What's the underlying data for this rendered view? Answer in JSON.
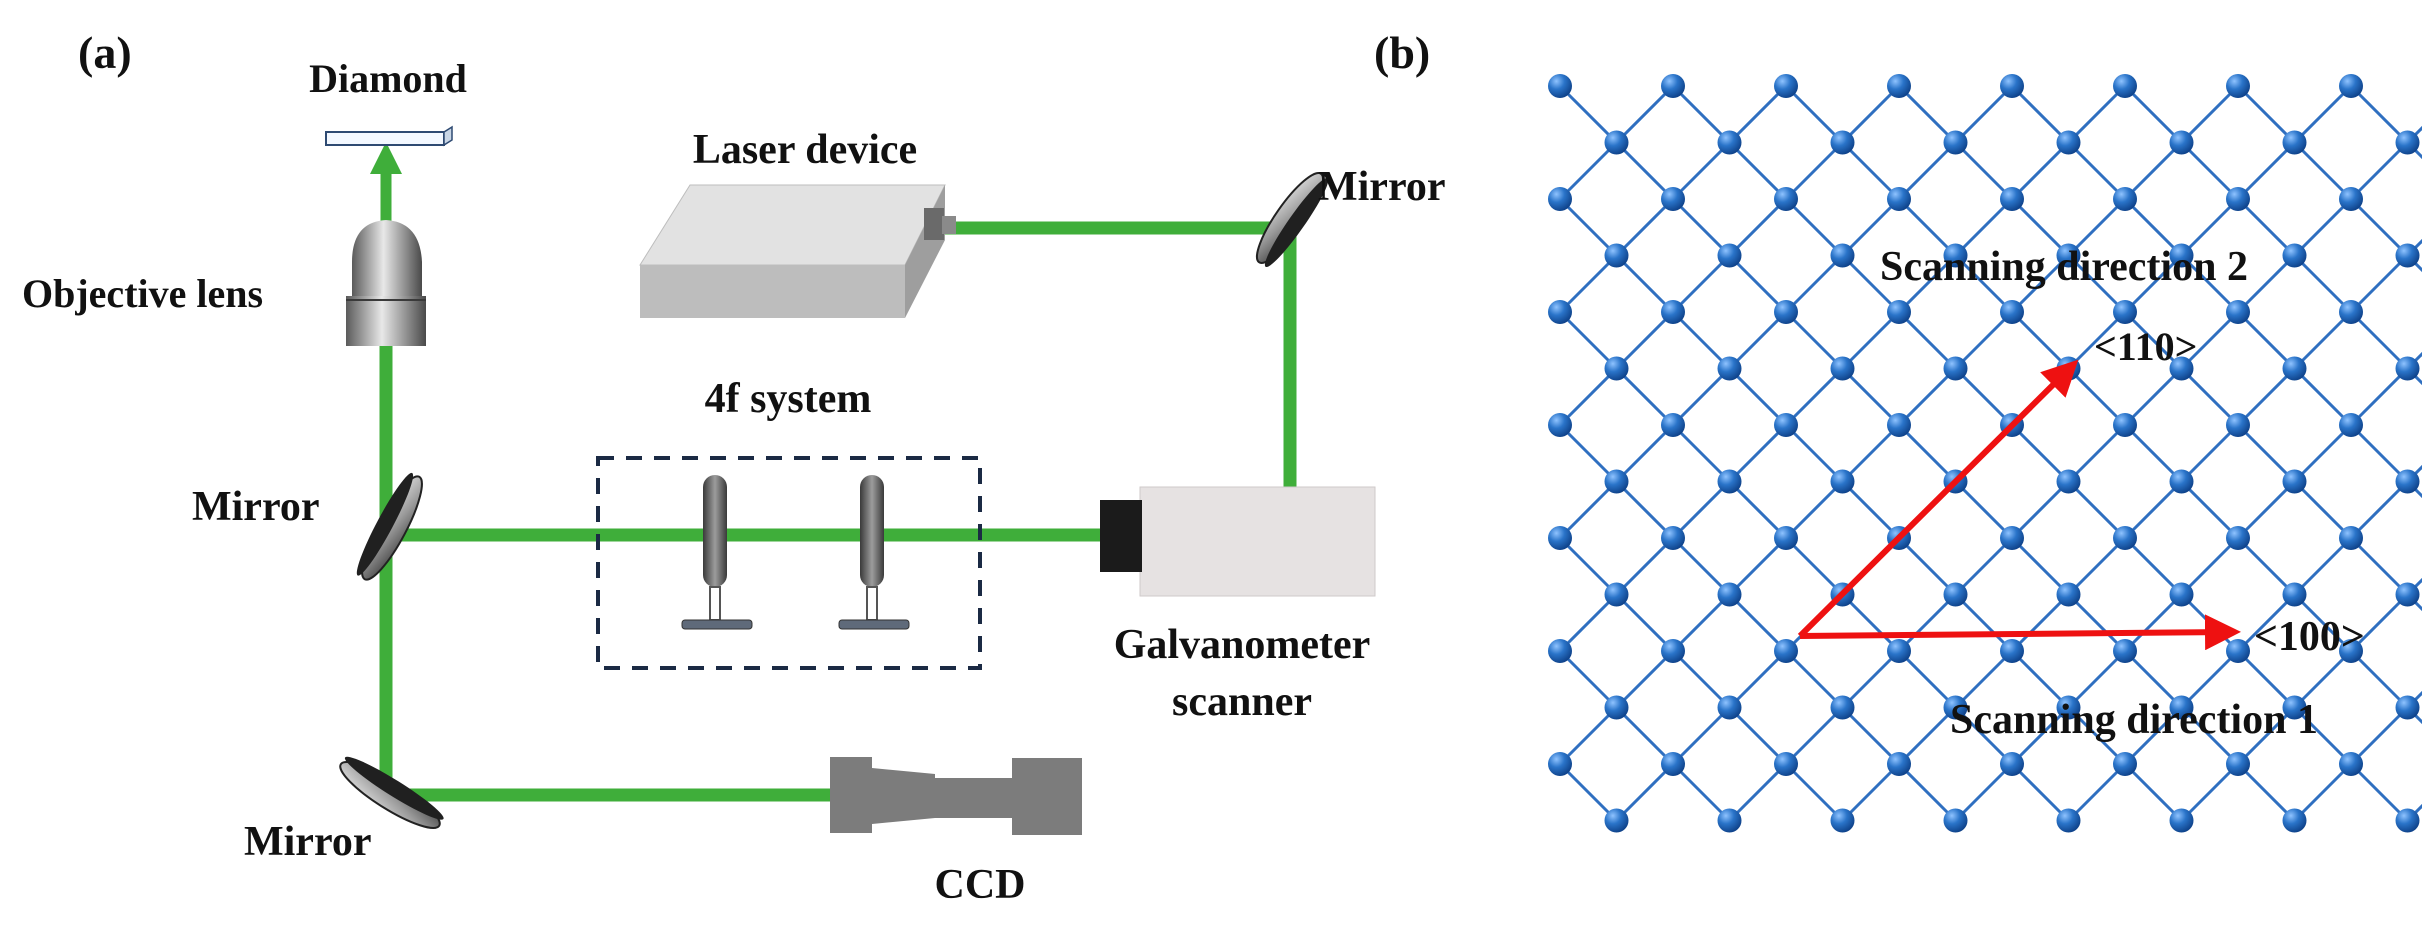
{
  "panel_a": {
    "label": "(a)",
    "diamond": "Diamond",
    "objective_lens": "Objective lens",
    "laser_device": "Laser device",
    "mirror_top_right": "Mirror",
    "mirror_middle": "Mirror",
    "mirror_bottom": "Mirror",
    "four_f_system": "4f system",
    "galvanometer_line1": "Galvanometer",
    "galvanometer_line2": "scanner",
    "ccd": "CCD"
  },
  "panel_b": {
    "label": "(b)",
    "scan_dir_2": "Scanning direction 2",
    "dir_110": "<110>",
    "dir_100": "<100>",
    "scan_dir_1": "Scanning direction 1"
  },
  "colors": {
    "beam": "#3fae3a",
    "lattice_line": "#2f6fc0",
    "atom": "#1f64b8",
    "arrow": "#ee1111",
    "dashed_box": "#1b2a44"
  }
}
